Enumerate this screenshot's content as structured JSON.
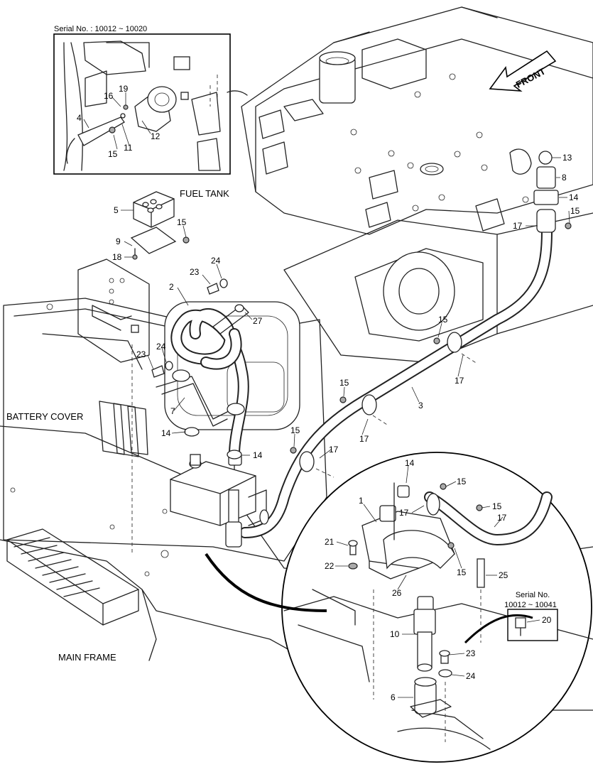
{
  "inset_top": {
    "serial_label": "Serial No. : 10012 ~ 10020"
  },
  "inset_box": {
    "serial_label": "Serial No.",
    "serial_range": "10012 ~ 10041"
  },
  "front_label": "FRONT",
  "region_labels": {
    "fuel_tank": "FUEL TANK",
    "battery_cover": "BATTERY COVER",
    "main_frame": "MAIN FRAME"
  },
  "callouts": [
    {
      "id": "c-top-16",
      "text": "16"
    },
    {
      "id": "c-top-19",
      "text": "19"
    },
    {
      "id": "c-top-4",
      "text": "4"
    },
    {
      "id": "c-top-12",
      "text": "12"
    },
    {
      "id": "c-top-15",
      "text": "15"
    },
    {
      "id": "c-top-11",
      "text": "11"
    },
    {
      "id": "c-13",
      "text": "13"
    },
    {
      "id": "c-8",
      "text": "8"
    },
    {
      "id": "c-14a",
      "text": "14"
    },
    {
      "id": "c-15a",
      "text": "15"
    },
    {
      "id": "c-17a",
      "text": "17"
    },
    {
      "id": "c-5",
      "text": "5"
    },
    {
      "id": "c-15b",
      "text": "15"
    },
    {
      "id": "c-9",
      "text": "9"
    },
    {
      "id": "c-18",
      "text": "18"
    },
    {
      "id": "c-24a",
      "text": "24"
    },
    {
      "id": "c-23a",
      "text": "23"
    },
    {
      "id": "c-2",
      "text": "2"
    },
    {
      "id": "c-27",
      "text": "27"
    },
    {
      "id": "c-15c",
      "text": "15"
    },
    {
      "id": "c-17b",
      "text": "17"
    },
    {
      "id": "c-23b",
      "text": "23"
    },
    {
      "id": "c-24b",
      "text": "24"
    },
    {
      "id": "c-15d",
      "text": "15"
    },
    {
      "id": "c-3",
      "text": "3"
    },
    {
      "id": "c-7",
      "text": "7"
    },
    {
      "id": "c-17c",
      "text": "17"
    },
    {
      "id": "c-14b",
      "text": "14"
    },
    {
      "id": "c-15e",
      "text": "15"
    },
    {
      "id": "c-14c",
      "text": "14"
    },
    {
      "id": "c-17d",
      "text": "17"
    },
    {
      "id": "c-14d",
      "text": "14"
    },
    {
      "id": "c-15f",
      "text": "15"
    },
    {
      "id": "c-1",
      "text": "1"
    },
    {
      "id": "c-17e",
      "text": "17"
    },
    {
      "id": "c-15g",
      "text": "15"
    },
    {
      "id": "c-17f",
      "text": "17"
    },
    {
      "id": "c-21",
      "text": "21"
    },
    {
      "id": "c-15h",
      "text": "15"
    },
    {
      "id": "c-22",
      "text": "22"
    },
    {
      "id": "c-26",
      "text": "26"
    },
    {
      "id": "c-25",
      "text": "25"
    },
    {
      "id": "c-20",
      "text": "20"
    },
    {
      "id": "c-10",
      "text": "10"
    },
    {
      "id": "c-23c",
      "text": "23"
    },
    {
      "id": "c-24c",
      "text": "24"
    },
    {
      "id": "c-6",
      "text": "6"
    }
  ]
}
